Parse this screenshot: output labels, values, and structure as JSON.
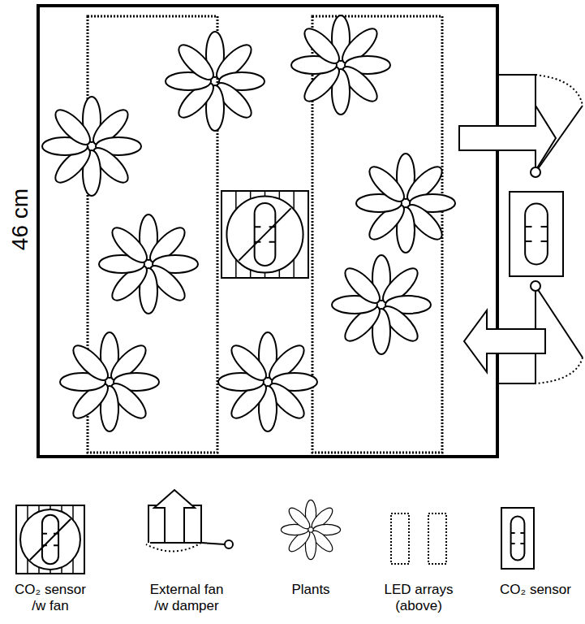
{
  "diagram": {
    "labels": [
      "46 cm"
    ],
    "legend": [
      {
        "text": "CO₂ sensor /w fan"
      },
      {
        "text": "External fan /w damper"
      },
      {
        "text": "Plants"
      },
      {
        "text": "LED arrays (above)"
      },
      {
        "text": "CO₂ sensor"
      }
    ]
  }
}
